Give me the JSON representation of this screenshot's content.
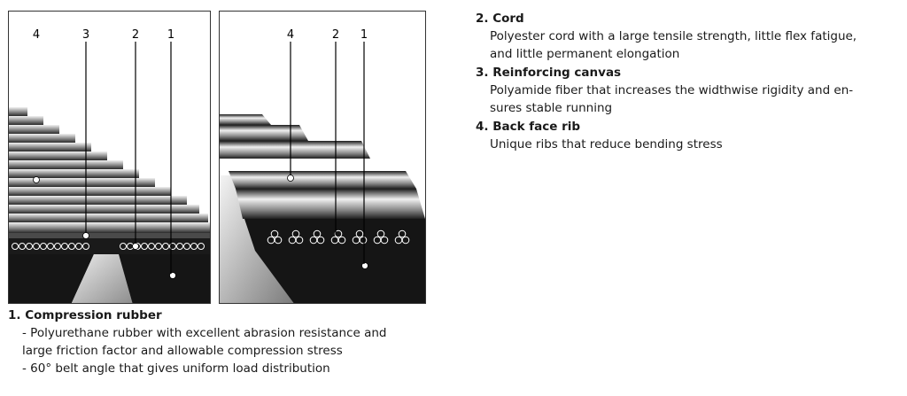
{
  "diagram": {
    "left_labels": [
      "4",
      "3",
      "2",
      "1"
    ],
    "right_labels": [
      "4",
      "2",
      "1"
    ]
  },
  "caption": {
    "title": "1. Compression rubber",
    "lines": [
      "- Polyurethane rubber with excellent abrasion resistance and",
      "large friction factor and allowable compression stress",
      "- 60° belt angle that gives uniform load distribution"
    ]
  },
  "legend": [
    {
      "title": "2. Cord",
      "lines": [
        "Polyester cord with a large tensile strength, little flex fatigue,",
        "and little permanent elongation"
      ]
    },
    {
      "title": "3. Reinforcing canvas",
      "lines": [
        "Polyamide fiber that increases the widthwise rigidity and en-",
        "sures stable running"
      ]
    },
    {
      "title": "4. Back face rib",
      "lines": [
        "Unique ribs that reduce bending stress"
      ]
    }
  ]
}
